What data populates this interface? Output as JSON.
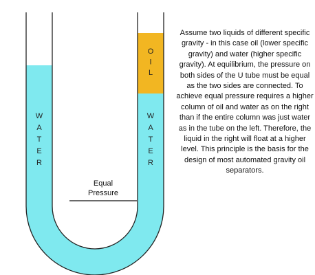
{
  "colors": {
    "water": "#7fe9ef",
    "oil": "#f2b622",
    "tube_outline": "#222222",
    "background": "#ffffff"
  },
  "labels": {
    "left_column": "WATER",
    "right_upper": "OIL",
    "right_lower": "WATER",
    "equal_pressure_line1": "Equal",
    "equal_pressure_line2": "Pressure"
  },
  "explanation": "Assume two liquids of different specific gravity - in this case oil (lower specific gravity) and water (higher specific gravity).  At equilibrium, the pressure on both sides of the U tube must be equal as the two sides are connected. To achieve equal pressure requires a higher column of oil and water as on the right than if the entire column was just water as in the tube on the left. Therefore, the liquid in the right will float at a higher level. This principle is the basis for the design of most automated gravity oil separators."
}
